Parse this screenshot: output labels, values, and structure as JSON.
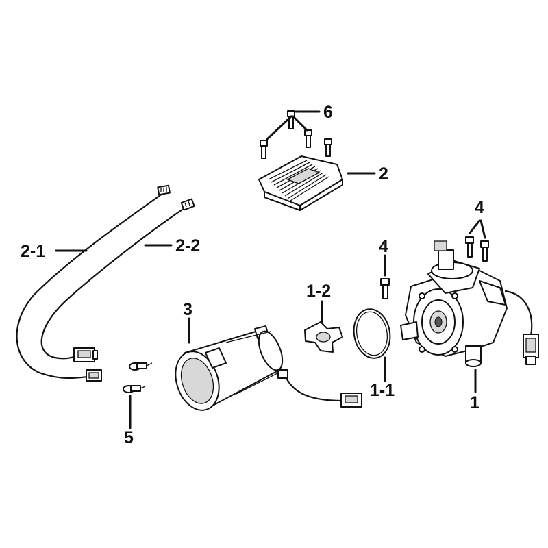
{
  "callouts": {
    "c1": "1",
    "c1_1": "1-1",
    "c1_2": "1-2",
    "c2": "2",
    "c2_1": "2-1",
    "c2_2": "2-2",
    "c3": "3",
    "c4a": "4",
    "c4b": "4",
    "c5": "5",
    "c6": "6"
  },
  "colors": {
    "ink": "#111111",
    "background": "#ffffff"
  }
}
